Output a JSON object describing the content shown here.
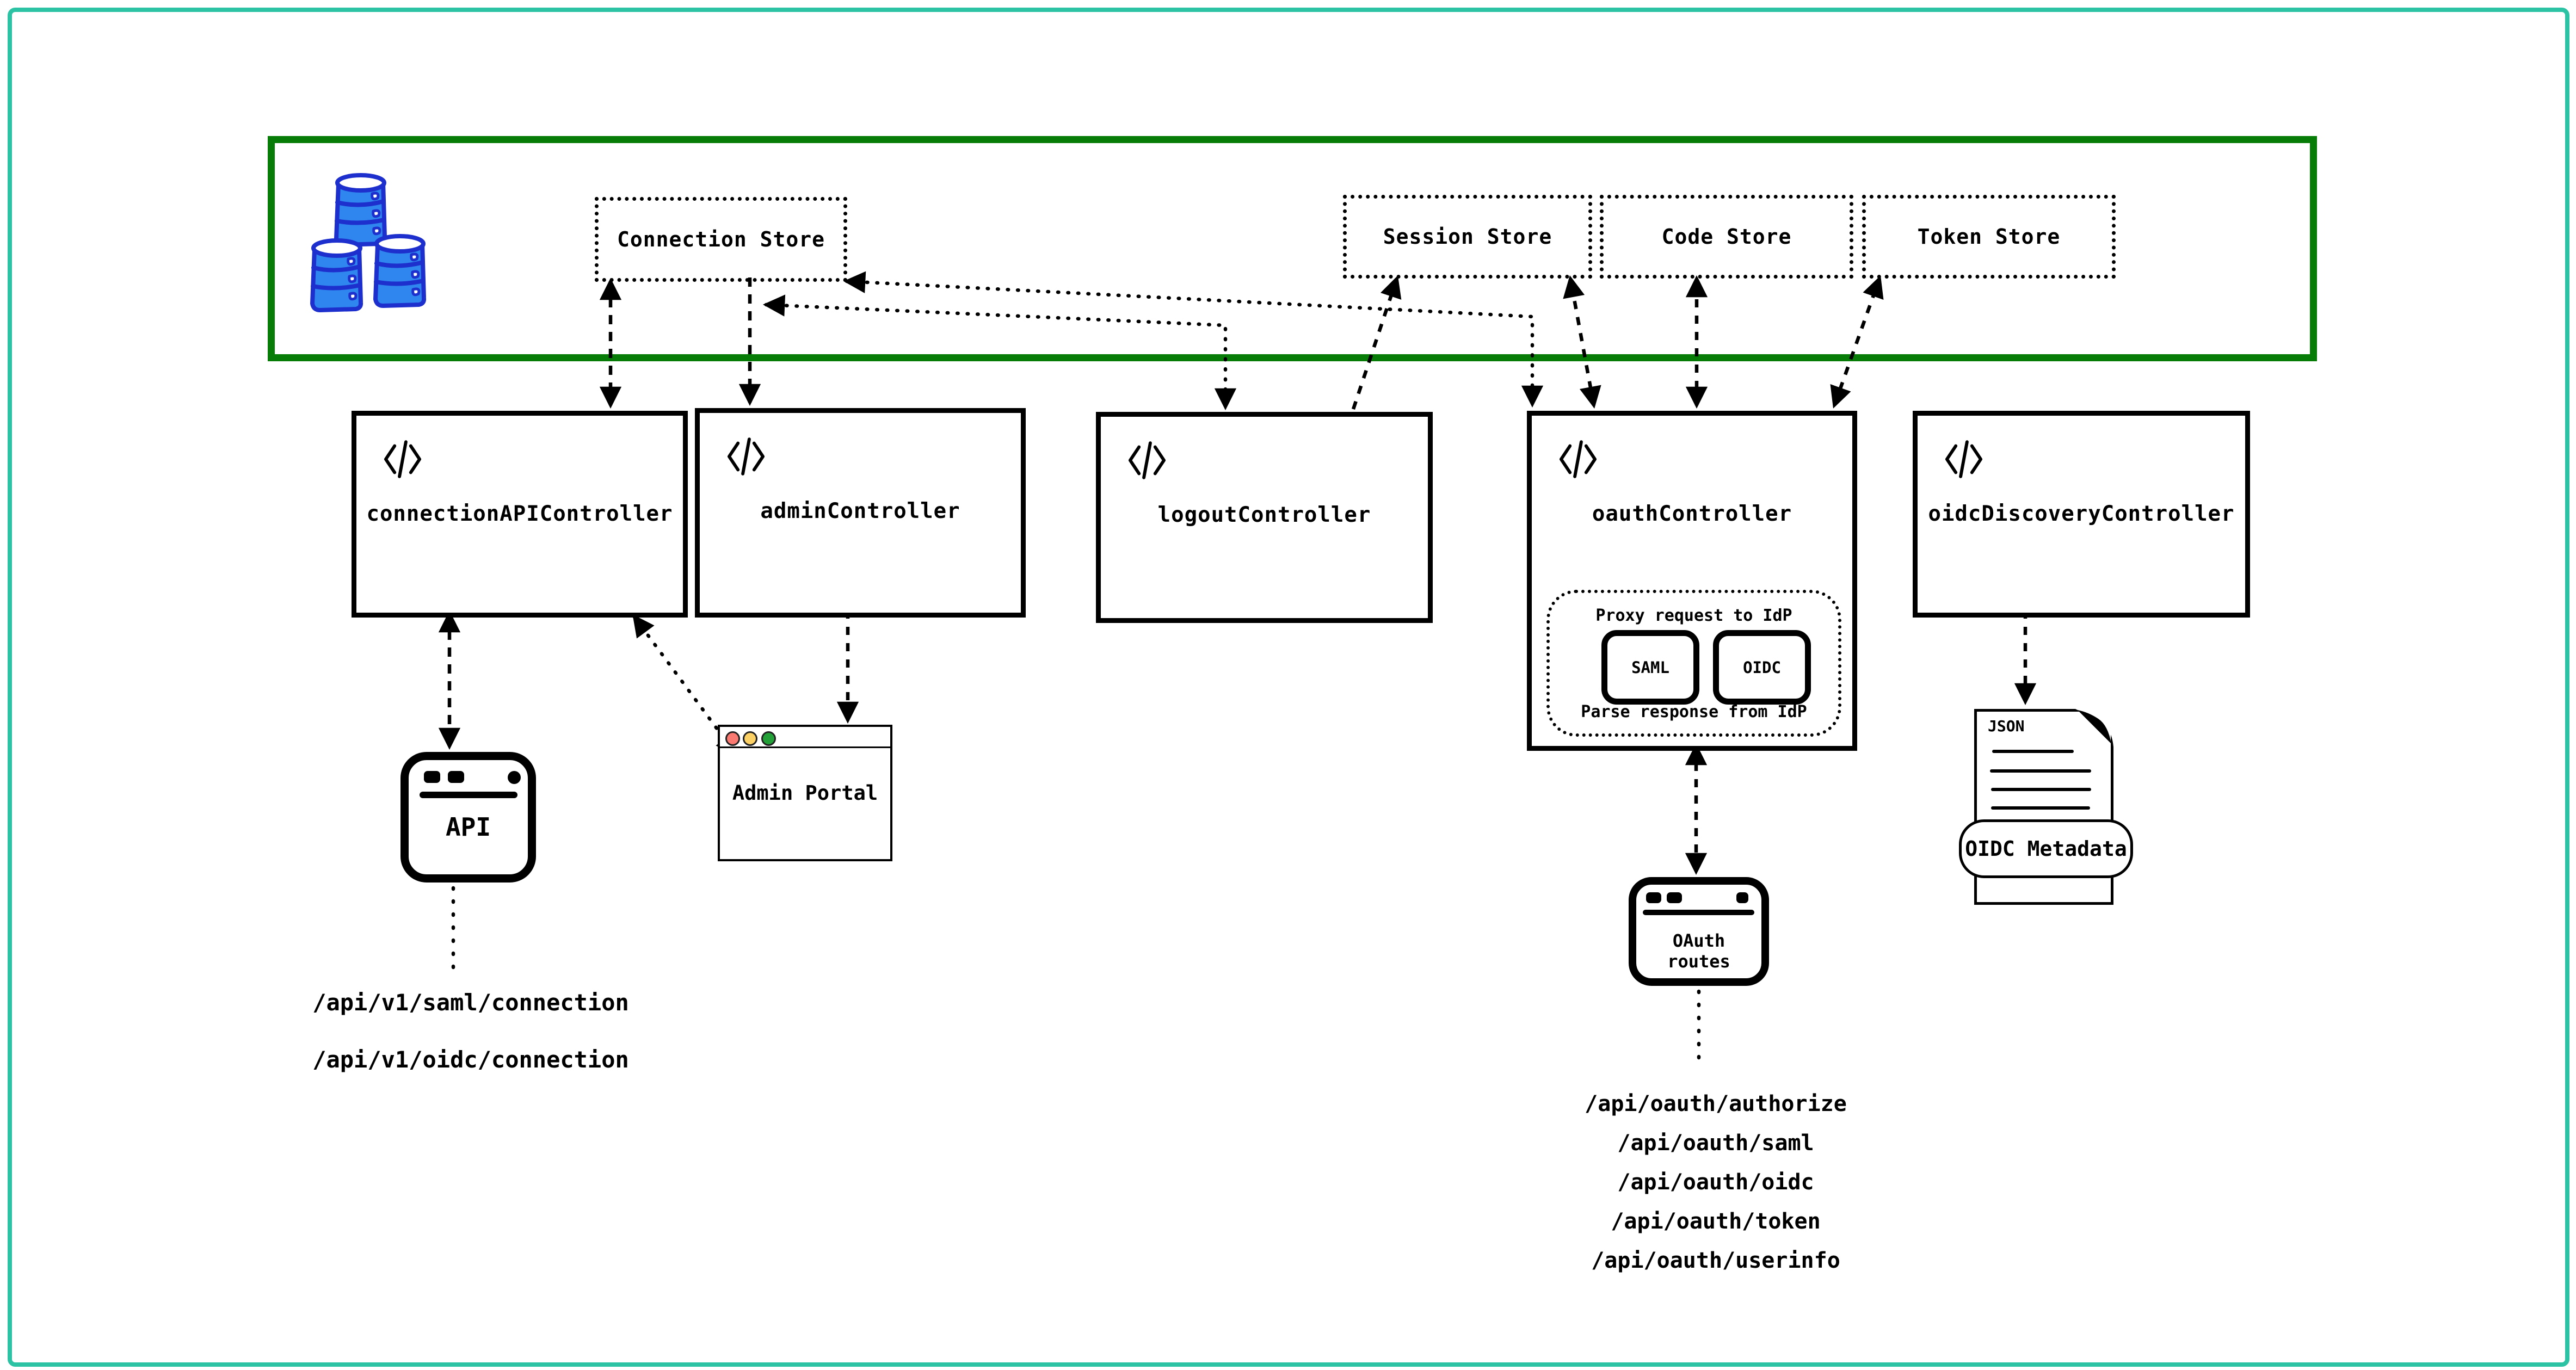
{
  "colors": {
    "frame_teal": "#2cc3a5",
    "container_green": "#077d07",
    "barrel_blue": "#2f86ee",
    "barrel_outline": "#1d2fcc",
    "traffic_red": "#fa7970",
    "traffic_yellow": "#fbd065",
    "traffic_green": "#23a037",
    "line_black": "#000000"
  },
  "stores": {
    "connection": {
      "label": "Connection Store"
    },
    "session": {
      "label": "Session Store"
    },
    "code": {
      "label": "Code Store"
    },
    "token": {
      "label": "Token Store"
    }
  },
  "controllers": {
    "connection_api": {
      "label": "connectionAPIController"
    },
    "admin": {
      "label": "adminController"
    },
    "logout": {
      "label": "logoutController"
    },
    "oauth": {
      "label": "oauthController"
    },
    "oidc_discovery": {
      "label": "oidcDiscoveryController"
    }
  },
  "oauth_controller_detail": {
    "proxy_label": "Proxy request to IdP",
    "parse_label": "Parse response from IdP",
    "protocols": {
      "saml": {
        "label": "SAML"
      },
      "oidc": {
        "label": "OIDC"
      }
    }
  },
  "clients": {
    "api": {
      "label": "API"
    },
    "admin_portal": {
      "label": "Admin Portal"
    },
    "oauth_routes": {
      "label": "OAuth routes"
    },
    "oidc_metadata": {
      "file_type": "JSON",
      "label": "OIDC Metadata"
    }
  },
  "endpoints": {
    "connection_api": [
      "/api/v1/saml/connection",
      "/api/v1/oidc/connection"
    ],
    "oauth": [
      "/api/oauth/authorize",
      "/api/oauth/saml",
      "/api/oauth/oidc",
      "/api/oauth/token",
      "/api/oauth/userinfo"
    ]
  }
}
